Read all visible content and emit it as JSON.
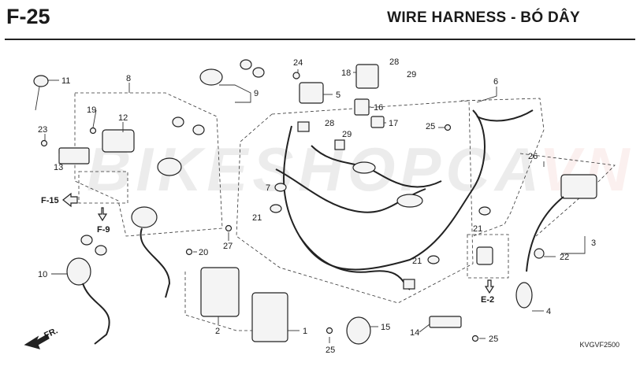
{
  "header": {
    "code": "F-25",
    "title": "WIRE HARNESS - BÓ DÂY"
  },
  "watermark": {
    "main": "BIKESHOPCA",
    "accent": "VN"
  },
  "refs": {
    "f15": "F-15",
    "f9": "F-9",
    "e2": "E-2",
    "fr": "FR."
  },
  "catalog_code": "KVGVF2500",
  "callouts": {
    "c1": "1",
    "c2": "2",
    "c3": "3",
    "c4": "4",
    "c5": "5",
    "c6": "6",
    "c7": "7",
    "c8": "8",
    "c9": "9",
    "c10": "10",
    "c11": "11",
    "c12": "12",
    "c13": "13",
    "c14": "14",
    "c15": "15",
    "c16": "16",
    "c17": "17",
    "c18": "18",
    "c19": "19",
    "c20": "20",
    "c21a": "21",
    "c21b": "21",
    "c21c": "21",
    "c22": "22",
    "c23": "23",
    "c24": "24",
    "c25a": "25",
    "c25b": "25",
    "c25c": "25",
    "c26": "26",
    "c27": "27",
    "c28a": "28",
    "c28b": "28",
    "c29a": "29",
    "c29b": "29"
  },
  "colors": {
    "line": "#333333",
    "accent": "#d63a2a",
    "watermark": "#000000"
  }
}
